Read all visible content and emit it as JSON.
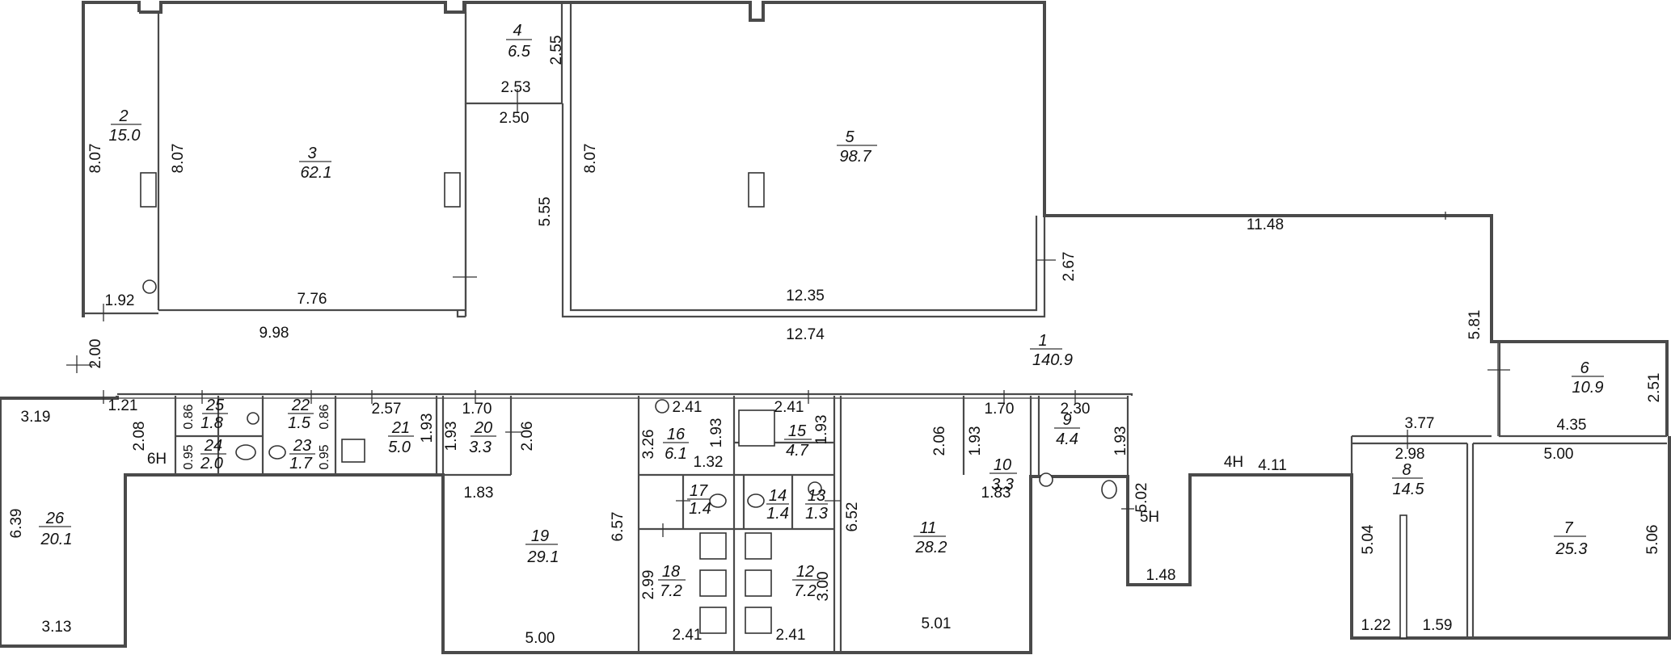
{
  "rooms": [
    {
      "id": "r1",
      "number": "1",
      "area": "140.9"
    },
    {
      "id": "r2",
      "number": "2",
      "area": "15.0"
    },
    {
      "id": "r3",
      "number": "3",
      "area": "62.1"
    },
    {
      "id": "r4",
      "number": "4",
      "area": "6.5"
    },
    {
      "id": "r5",
      "number": "5",
      "area": "98.7"
    },
    {
      "id": "r6",
      "number": "6",
      "area": "10.9"
    },
    {
      "id": "r7",
      "number": "7",
      "area": "25.3"
    },
    {
      "id": "r8",
      "number": "8",
      "area": "14.5"
    },
    {
      "id": "r9",
      "number": "9",
      "area": "4.4"
    },
    {
      "id": "r10",
      "number": "10",
      "area": "3.3"
    },
    {
      "id": "r11",
      "number": "11",
      "area": "28.2"
    },
    {
      "id": "r12",
      "number": "12",
      "area": "7.2"
    },
    {
      "id": "r13",
      "number": "13",
      "area": "1.3"
    },
    {
      "id": "r14",
      "number": "14",
      "area": "1.4"
    },
    {
      "id": "r15",
      "number": "15",
      "area": "4.7"
    },
    {
      "id": "r16",
      "number": "16",
      "area": "6.1"
    },
    {
      "id": "r17",
      "number": "17",
      "area": "1.4"
    },
    {
      "id": "r18",
      "number": "18",
      "area": "7.2"
    },
    {
      "id": "r19",
      "number": "19",
      "area": "29.1"
    },
    {
      "id": "r20",
      "number": "20",
      "area": "3.3"
    },
    {
      "id": "r21",
      "number": "21",
      "area": "5.0"
    },
    {
      "id": "r22",
      "number": "22",
      "area": "1.5"
    },
    {
      "id": "r23",
      "number": "23",
      "area": "1.7"
    },
    {
      "id": "r24",
      "number": "24",
      "area": "2.0"
    },
    {
      "id": "r25",
      "number": "25",
      "area": "1.8"
    },
    {
      "id": "r26",
      "number": "26",
      "area": "20.1"
    }
  ],
  "dimensions": [
    {
      "id": "d1",
      "text": "8.07"
    },
    {
      "id": "d2",
      "text": "8.07"
    },
    {
      "id": "d3",
      "text": "1.92"
    },
    {
      "id": "d4",
      "text": "7.76"
    },
    {
      "id": "d5",
      "text": "2.55"
    },
    {
      "id": "d6",
      "text": "2.53"
    },
    {
      "id": "d7",
      "text": "2.50"
    },
    {
      "id": "d8",
      "text": "5.55"
    },
    {
      "id": "d9",
      "text": "8.07"
    },
    {
      "id": "d10",
      "text": "12.35"
    },
    {
      "id": "d11",
      "text": "2.67"
    },
    {
      "id": "d12",
      "text": "11.48"
    },
    {
      "id": "d13",
      "text": "9.98"
    },
    {
      "id": "d14",
      "text": "12.74"
    },
    {
      "id": "d15",
      "text": "5.81"
    },
    {
      "id": "d16",
      "text": "2.00"
    },
    {
      "id": "d17",
      "text": "3.19"
    },
    {
      "id": "d18",
      "text": "1.21"
    },
    {
      "id": "d19",
      "text": "2.08"
    },
    {
      "id": "d20",
      "text": "6H"
    },
    {
      "id": "d21",
      "text": "0.86"
    },
    {
      "id": "d22",
      "text": "0.86"
    },
    {
      "id": "d23",
      "text": "0.95"
    },
    {
      "id": "d24",
      "text": "0.95"
    },
    {
      "id": "d25",
      "text": "2.57"
    },
    {
      "id": "d26",
      "text": "1.93"
    },
    {
      "id": "d27",
      "text": "1.70"
    },
    {
      "id": "d28",
      "text": "1.93"
    },
    {
      "id": "d29",
      "text": "2.06"
    },
    {
      "id": "d30",
      "text": "1.83"
    },
    {
      "id": "d31",
      "text": "2.41"
    },
    {
      "id": "d32",
      "text": "3.26"
    },
    {
      "id": "d33",
      "text": "1.93"
    },
    {
      "id": "d34",
      "text": "1.32"
    },
    {
      "id": "d35",
      "text": "2.41"
    },
    {
      "id": "d36",
      "text": "1.93"
    },
    {
      "id": "d37",
      "text": "6.57"
    },
    {
      "id": "d38",
      "text": "6.52"
    },
    {
      "id": "d39",
      "text": "2.99"
    },
    {
      "id": "d40",
      "text": "3.00"
    },
    {
      "id": "d41",
      "text": "2.41"
    },
    {
      "id": "d42",
      "text": "2.41"
    },
    {
      "id": "d43",
      "text": "5.00"
    },
    {
      "id": "d44",
      "text": "2.06"
    },
    {
      "id": "d45",
      "text": "1.70"
    },
    {
      "id": "d46",
      "text": "1.93"
    },
    {
      "id": "d47",
      "text": "1.83"
    },
    {
      "id": "d48",
      "text": "5.01"
    },
    {
      "id": "d49",
      "text": "2.30"
    },
    {
      "id": "d50",
      "text": "1.93"
    },
    {
      "id": "d51",
      "text": "5.02"
    },
    {
      "id": "d52",
      "text": "5H"
    },
    {
      "id": "d53",
      "text": "1.48"
    },
    {
      "id": "d54",
      "text": "4H"
    },
    {
      "id": "d55",
      "text": "4.11"
    },
    {
      "id": "d56",
      "text": "3.77"
    },
    {
      "id": "d57",
      "text": "2.98"
    },
    {
      "id": "d58",
      "text": "5.04"
    },
    {
      "id": "d59",
      "text": "1.22"
    },
    {
      "id": "d60",
      "text": "1.59"
    },
    {
      "id": "d61",
      "text": "5.00"
    },
    {
      "id": "d62",
      "text": "5.06"
    },
    {
      "id": "d63",
      "text": "4.35"
    },
    {
      "id": "d64",
      "text": "2.51"
    },
    {
      "id": "d65",
      "text": "6.39"
    },
    {
      "id": "d66",
      "text": "3.13"
    }
  ]
}
